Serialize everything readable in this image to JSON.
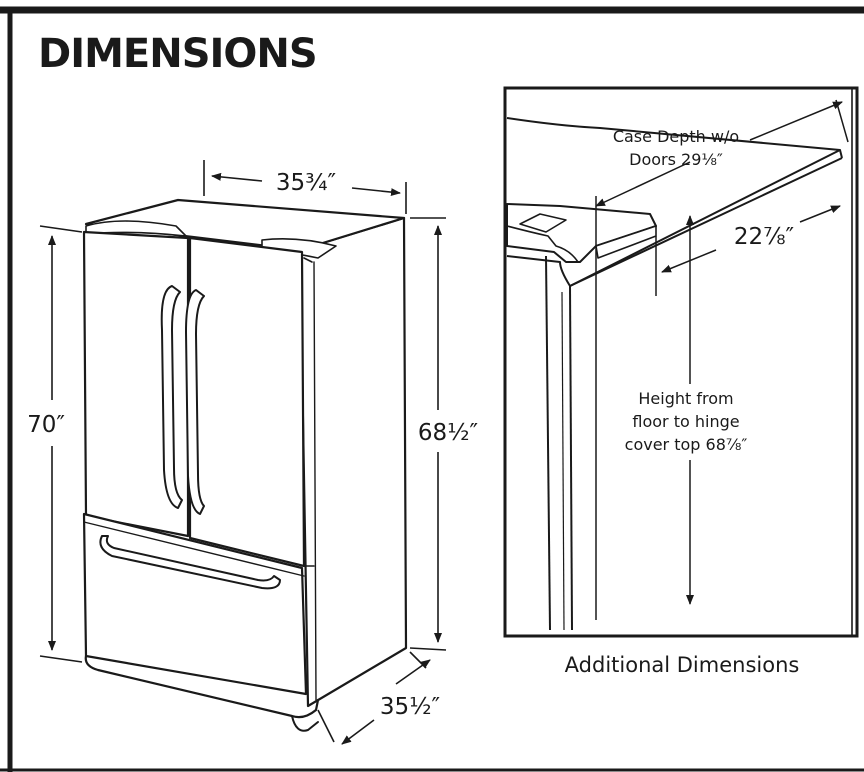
{
  "title": "DIMENSIONS",
  "main_diagram": {
    "width_label": "35¾″",
    "height_label": "70″",
    "case_height_label": "68½″",
    "depth_label": "35½″"
  },
  "inset": {
    "case_depth_label_line1": "Case Depth w/o",
    "case_depth_label_line2": "Doors 29⅛″",
    "door_depth_label": "22⅞″",
    "hinge_height_line1": "Height from",
    "hinge_height_line2": "floor to hinge",
    "hinge_height_line3": "cover top 68⅞″",
    "caption": "Additional Dimensions"
  }
}
